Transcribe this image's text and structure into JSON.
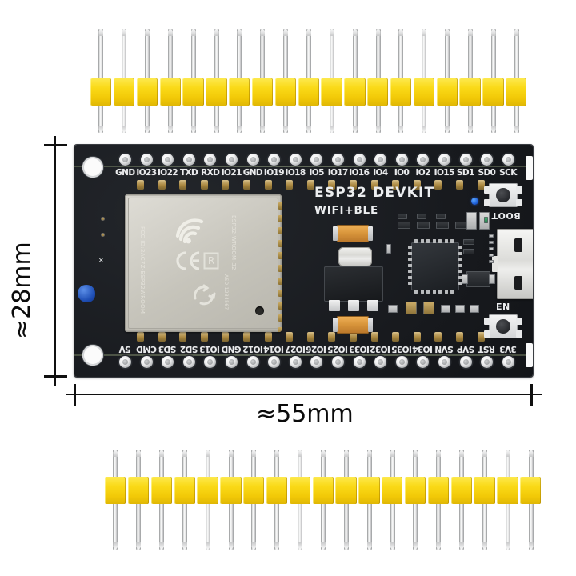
{
  "product": {
    "board_name": "ESP32 DEVKIT",
    "board_subtitle": "WIFI+BLE",
    "module_marks": {
      "wifi_logo": "wifi-logo",
      "ce_mark": "CE",
      "fcc_mark": "FCC",
      "rohs_mark": "RoHS",
      "side_text_left": "FCC ID:2AC7Z-ESP32WROOM",
      "side_text_right": "ESP32-WROOM-32",
      "bottom_text": "ASD 1234567"
    }
  },
  "buttons": {
    "boot": "BOOT",
    "en": "EN"
  },
  "pins_top": [
    "GND",
    "IO23",
    "IO22",
    "TXD",
    "RXD",
    "IO21",
    "GND",
    "IO19",
    "IO18",
    "IO5",
    "IO17",
    "IO16",
    "IO4",
    "IO0",
    "IO2",
    "IO15",
    "SD1",
    "SD0",
    "SCK"
  ],
  "pins_bottom": [
    "3V3",
    "RST",
    "SVP",
    "SVN",
    "IO34",
    "IO35",
    "IO32",
    "IO33",
    "IO25",
    "IO26",
    "IO27",
    "IO14",
    "IO12",
    "GND",
    "IO13",
    "SD2",
    "SD3",
    "CMD",
    "5V"
  ],
  "dimensions": {
    "height_label": "≈28mm",
    "width_label": "≈55mm"
  },
  "headers": {
    "top_header_name": "male-pin-header-19-way",
    "bottom_header_name": "male-pin-header-19-way",
    "pin_count": 19,
    "plastic_color": "#f7d819",
    "pin_color": "#dcdddd"
  },
  "colors": {
    "pcb": "#16181c",
    "silkscreen": "#eceef0",
    "pad": "#e8e9ea",
    "accent_yellow": "#f7d819",
    "tantalum_orange": "#d8953b",
    "led_blue": "#1f5fd8",
    "background": "#ffffff"
  },
  "connectors": {
    "usb": "micro-usb-b-port"
  }
}
